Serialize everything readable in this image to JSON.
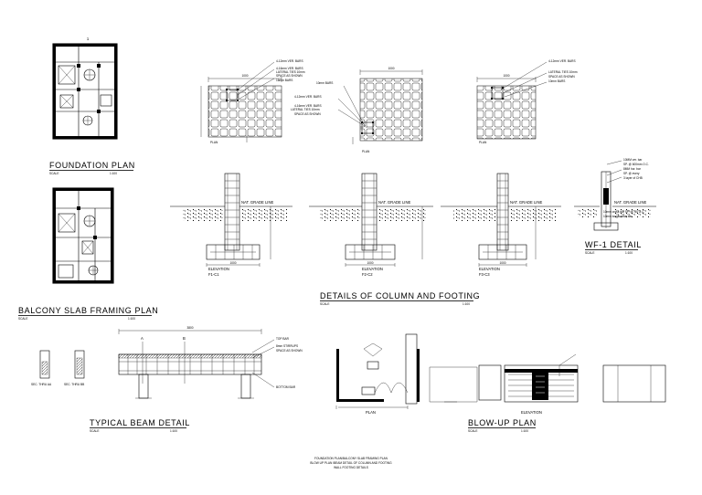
{
  "titles": {
    "foundation_plan": "FOUNDATION PLAN",
    "balcony_slab": "BALCONY SLAB FRAMING PLAN",
    "column_footing": "DETAILS OF COLUMN AND FOOTING",
    "wf1_detail": "WF-1 DETAIL",
    "typical_beam": "TYPICAL BEAM DETAIL",
    "blowup_plan": "BLOW-UP PLAN",
    "plan": "PLAN",
    "elevation": "ELEVATION"
  },
  "scale_text": "SCALE",
  "scale_value": "1:100",
  "column_labels": {
    "plan": "PLAN",
    "ver_bars_top": "4-12mm VER. BARS",
    "ver_bars_mid": "4-16mm VER. BARS",
    "lateral_ties": "LATERAL TIES 10mm",
    "space_shown": "SPACE AS SHOWN",
    "bars_16": "16mm BARS",
    "bars_10": "10mm BARS"
  },
  "elevations": [
    {
      "title": "ELEVATION",
      "code": "F1-C1",
      "grade": "NAT. GRADE LINE"
    },
    {
      "title": "ELEVATION",
      "code": "F2-C2",
      "grade": "NAT. GRADE LINE"
    },
    {
      "title": "ELEVATION",
      "code": "F3-C3",
      "grade": "NAT. GRADE LINE"
    }
  ],
  "wf1": {
    "grade": "NAT. GRADE LINE",
    "notes": [
      "10MM ver. bar",
      "SP. @ 600mm O.C.",
      "8MM hor. bar",
      "SP. @ every",
      "3 layer of CHB"
    ],
    "cross_bar": "10mm cross bar SP. @ .40 O.C.",
    "long_bar": "10mm longitudinal bar"
  },
  "beam": {
    "sec_a": "SEC. THRU AA",
    "sec_b": "SEC. THRU BB",
    "top_bar": "TOP BAR",
    "stirrups": "8mm STIRRUPS",
    "space_shown": "SPACE AS SHOWN",
    "bottom_bar": "BOTTOM BAR",
    "mark_a": "A",
    "mark_b": "B"
  },
  "footer": [
    "FOUNDATION PLAN/BALCONY SLAB FRAMING PLAN",
    "BLOW UP PLAN /BEAM DETAIL OF COLUMN AND FOOTING",
    "WALL FOOTING DETAILS"
  ]
}
